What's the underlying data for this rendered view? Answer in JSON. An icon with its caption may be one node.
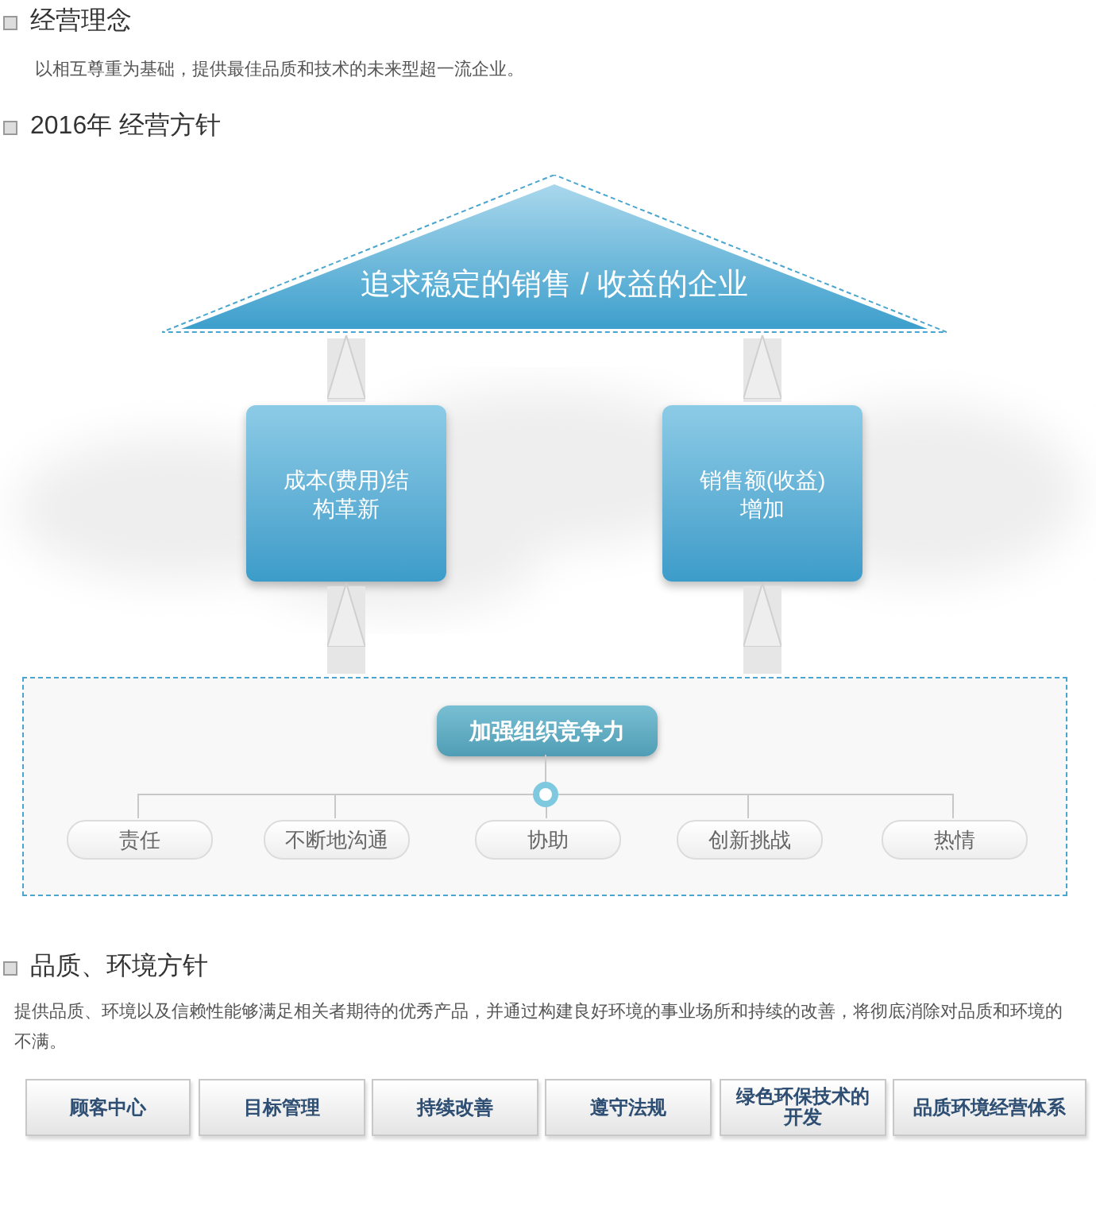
{
  "diagram": {
    "nodes": [
      {
        "text": [
          "追求稳定的销售 / 收益的企业"
        ]
      },
      {
        "text": [
          "成本(费用)结构革新"
        ]
      },
      {
        "text": [
          "销售额(收益)增加"
        ]
      },
      {
        "text": [],
        "shape": "box"
      },
      {
        "text": [
          "加强组织竞争力"
        ],
        "in": 3
      },
      {
        "text": [
          "责任"
        ],
        "in": 3
      },
      {
        "text": [
          "不断地沟通"
        ],
        "in": 3
      },
      {
        "text": [
          "协助"
        ],
        "in": 3
      },
      {
        "text": [
          "创新挑战"
        ],
        "in": 3
      },
      {
        "text": [
          "热情"
        ],
        "in": 3
      },
      {
        "text": [
          "顾客中心"
        ]
      },
      {
        "text": [
          "目标管理"
        ]
      },
      {
        "text": [
          "持续改善"
        ]
      },
      {
        "text": [
          "遵守法规"
        ]
      },
      {
        "text": [
          "绿色环保技术的开发"
        ]
      },
      {
        "text": [
          "品质环境经营体系"
        ]
      }
    ],
    "edges": [
      {
        "from": 3,
        "to": 1,
        "arrow": "to",
        "style": "thick"
      },
      {
        "from": 3,
        "to": 2,
        "arrow": "to",
        "style": "thick"
      },
      {
        "from": 1,
        "to": 0,
        "arrow": "to",
        "style": "thick"
      },
      {
        "from": 2,
        "to": 0,
        "arrow": "to",
        "style": "thick"
      },
      {
        "from": 4,
        "to": 5,
        "arrow": "none"
      },
      {
        "from": 4,
        "to": 6,
        "arrow": "none"
      },
      {
        "from": 4,
        "to": 7,
        "arrow": "none"
      },
      {
        "from": 4,
        "to": 8,
        "arrow": "none"
      },
      {
        "from": 4,
        "to": 9,
        "arrow": "none"
      }
    ],
    "labels": [
      "经营理念",
      "以相互尊重为基础，提供最佳品质和技术的未来型超一流企业。",
      "2016年 经营方针",
      "品质、环境方针",
      "提供品质、环境以及信赖性能够满足相关者期待的优秀产品，并通过构建良好环境的事业场所和持续的改善，将彻底消除对品质和环境的不满。"
    ]
  }
}
